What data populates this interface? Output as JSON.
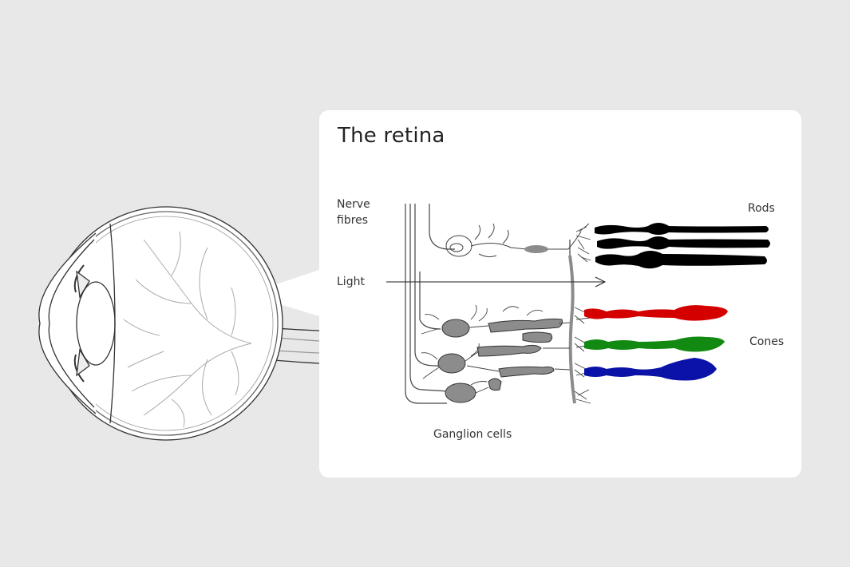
{
  "title": "The retina",
  "labels": {
    "nerve_fibres_line1": "Nerve",
    "nerve_fibres_line2": "fibres",
    "rods": "Rods",
    "light": "Light",
    "cones": "Cones",
    "ganglion_cells": "Ganglion cells"
  },
  "colors": {
    "background": "#e8e8e8",
    "panel": "#ffffff",
    "rods": "#000000",
    "cone_red": "#d40000",
    "cone_green": "#128a12",
    "cone_blue": "#0a12a8",
    "cell_gray": "#8c8c8c"
  }
}
